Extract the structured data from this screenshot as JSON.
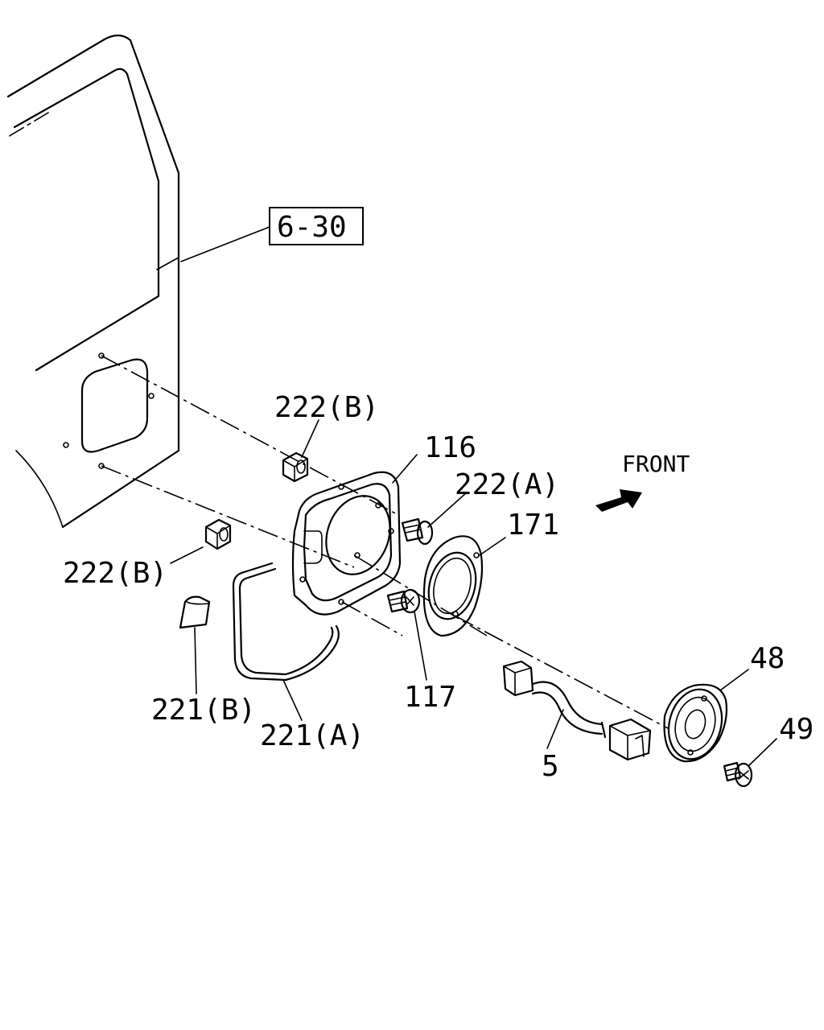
{
  "reference": "6-30",
  "direction_label": "FRONT",
  "parts": {
    "p116": "116",
    "p117": "117",
    "p171": "171",
    "p222a": "222(A)",
    "p222b_upper": "222(B)",
    "p222b_lower": "222(B)",
    "p221a": "221(A)",
    "p221b": "221(B)",
    "p48": "48",
    "p49": "49",
    "p5": "5"
  },
  "colors": {
    "line": "#000000",
    "background": "#ffffff"
  },
  "icons": [
    "front-arrow-icon"
  ]
}
